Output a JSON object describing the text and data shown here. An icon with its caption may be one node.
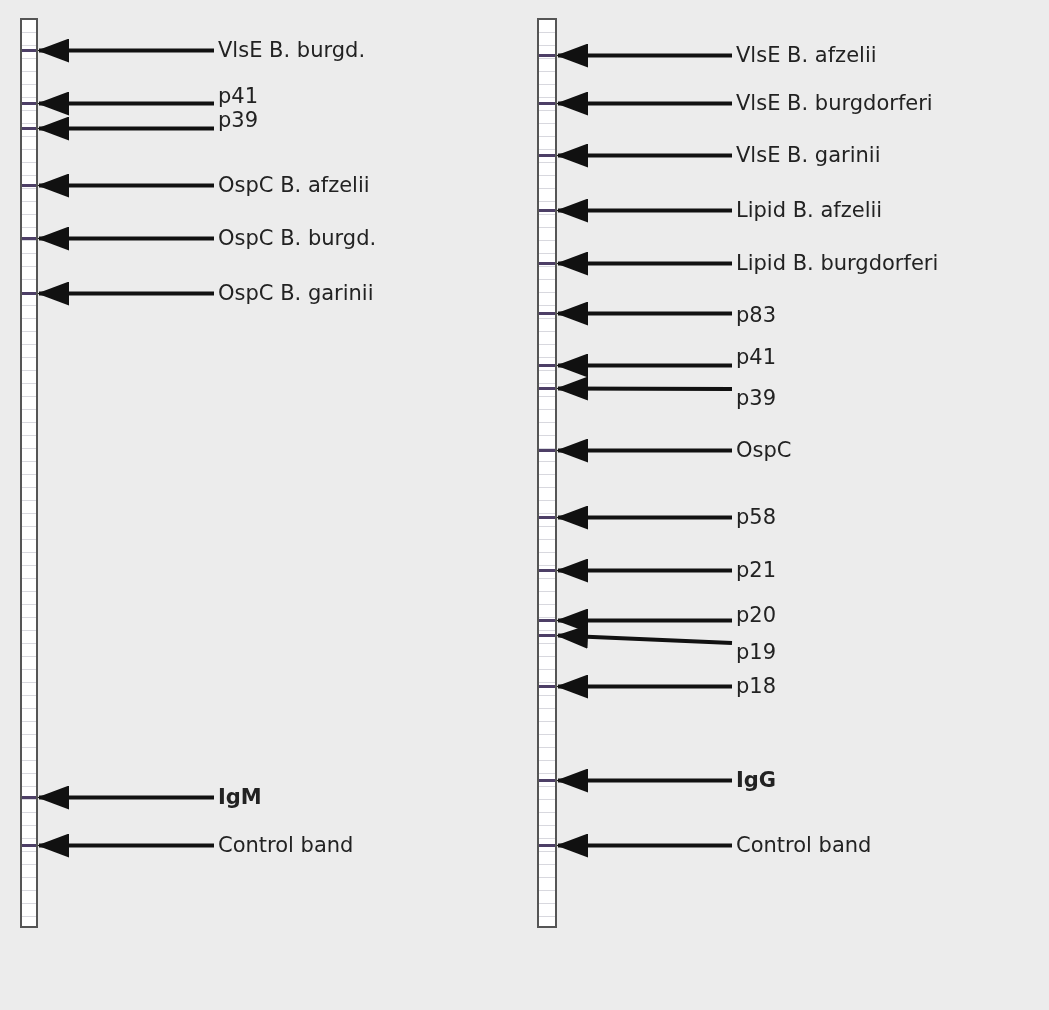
{
  "diagram": {
    "nodes": [
      {
        "text": [],
        "shape": "bar"
      },
      {
        "text": [],
        "shape": "bar",
        "in": 0
      },
      {
        "text": [],
        "shape": "bar",
        "in": 0
      },
      {
        "text": [],
        "shape": "bar",
        "in": 0
      },
      {
        "text": [],
        "shape": "bar",
        "in": 0
      },
      {
        "text": [],
        "shape": "bar",
        "in": 0
      },
      {
        "text": [],
        "shape": "bar",
        "in": 0
      },
      {
        "text": [],
        "shape": "bar",
        "in": 0
      },
      {
        "text": [],
        "shape": "bar",
        "in": 0
      },
      {
        "text": [
          "VlsE B. burgd."
        ]
      },
      {
        "text": [
          "p41"
        ]
      },
      {
        "text": [
          "p39"
        ]
      },
      {
        "text": [
          "OspC B. afzelii"
        ]
      },
      {
        "text": [
          "OspC B. burgd."
        ]
      },
      {
        "text": [
          "OspC B. garinii"
        ]
      },
      {
        "text": [
          "IgM"
        ]
      },
      {
        "text": [
          "Control band"
        ]
      },
      {
        "text": [],
        "shape": "bar"
      },
      {
        "text": [],
        "shape": "bar",
        "in": 17
      },
      {
        "text": [],
        "shape": "bar",
        "in": 17
      },
      {
        "text": [],
        "shape": "bar",
        "in": 17
      },
      {
        "text": [],
        "shape": "bar",
        "in": 17
      },
      {
        "text": [],
        "shape": "bar",
        "in": 17
      },
      {
        "text": [],
        "shape": "bar",
        "in": 17
      },
      {
        "text": [],
        "shape": "bar",
        "in": 17
      },
      {
        "text": [],
        "shape": "bar",
        "in": 17
      },
      {
        "text": [],
        "shape": "bar",
        "in": 17
      },
      {
        "text": [],
        "shape": "bar",
        "in": 17
      },
      {
        "text": [],
        "shape": "bar",
        "in": 17
      },
      {
        "text": [],
        "shape": "bar",
        "in": 17
      },
      {
        "text": [],
        "shape": "bar",
        "in": 17
      },
      {
        "text": [],
        "shape": "bar",
        "in": 17
      },
      {
        "text": [],
        "shape": "bar",
        "in": 17
      },
      {
        "text": [],
        "shape": "bar",
        "in": 17
      },
      {
        "text": [
          "VlsE B. afzelii"
        ]
      },
      {
        "text": [
          "VlsE B. burgdorferi"
        ]
      },
      {
        "text": [
          "VlsE B. garinii"
        ]
      },
      {
        "text": [
          "Lipid B. afzelii"
        ]
      },
      {
        "text": [
          "Lipid B. burgdorferi"
        ]
      },
      {
        "text": [
          "p83"
        ]
      },
      {
        "text": [
          "p41"
        ]
      },
      {
        "text": [
          "p39"
        ]
      },
      {
        "text": [
          "OspC"
        ]
      },
      {
        "text": [
          "p58"
        ]
      },
      {
        "text": [
          "p21"
        ]
      },
      {
        "text": [
          "p20"
        ]
      },
      {
        "text": [
          "p19"
        ]
      },
      {
        "text": [
          "p18"
        ]
      },
      {
        "text": [
          "IgG"
        ]
      },
      {
        "text": [
          "Control band"
        ]
      }
    ],
    "edges": [
      {
        "from": 9,
        "to": 1,
        "arrow": "to"
      },
      {
        "from": 10,
        "to": 2,
        "arrow": "to"
      },
      {
        "from": 11,
        "to": 3,
        "arrow": "to"
      },
      {
        "from": 12,
        "to": 4,
        "arrow": "to"
      },
      {
        "from": 13,
        "to": 5,
        "arrow": "to"
      },
      {
        "from": 14,
        "to": 6,
        "arrow": "to"
      },
      {
        "from": 15,
        "to": 7,
        "arrow": "to"
      },
      {
        "from": 16,
        "to": 8,
        "arrow": "to"
      },
      {
        "from": 34,
        "to": 18,
        "arrow": "to"
      },
      {
        "from": 35,
        "to": 19,
        "arrow": "to"
      },
      {
        "from": 36,
        "to": 20,
        "arrow": "to"
      },
      {
        "from": 37,
        "to": 21,
        "arrow": "to"
      },
      {
        "from": 38,
        "to": 22,
        "arrow": "to"
      },
      {
        "from": 39,
        "to": 23,
        "arrow": "to"
      },
      {
        "from": 40,
        "to": 24,
        "arrow": "to"
      },
      {
        "from": 41,
        "to": 25,
        "arrow": "to"
      },
      {
        "from": 42,
        "to": 26,
        "arrow": "to"
      },
      {
        "from": 43,
        "to": 27,
        "arrow": "to"
      },
      {
        "from": 44,
        "to": 28,
        "arrow": "to"
      },
      {
        "from": 45,
        "to": 29,
        "arrow": "to"
      },
      {
        "from": 46,
        "to": 30,
        "arrow": "to"
      },
      {
        "from": 47,
        "to": 31,
        "arrow": "to"
      },
      {
        "from": 48,
        "to": 32,
        "arrow": "to"
      },
      {
        "from": 49,
        "to": 33,
        "arrow": "to"
      }
    ]
  }
}
